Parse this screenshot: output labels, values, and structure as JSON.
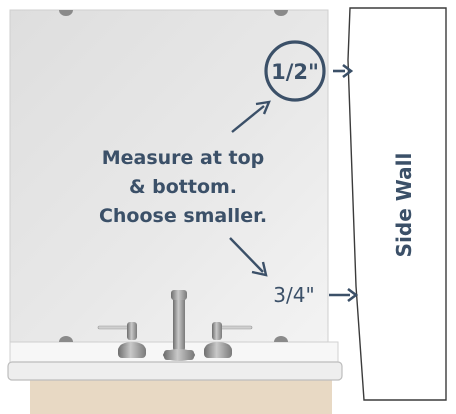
{
  "labels": {
    "top_gap": "1/2\"",
    "bottom_gap": "3/4\"",
    "instruction_line_1": "Measure at top",
    "instruction_line_2": "& bottom.",
    "instruction_line_3": "Choose smaller.",
    "wall": "Side Wall"
  },
  "colors": {
    "label_text": "#3b5068",
    "mirror_fill": "#e3e3e3",
    "cabinet_fill": "#e8d9c4",
    "countertop_fill": "#eeeeee"
  }
}
